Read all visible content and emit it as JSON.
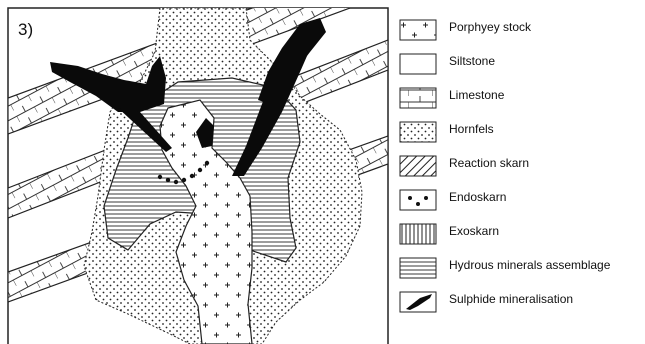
{
  "panel_label": "3)",
  "legend": [
    {
      "key": "porphyry",
      "label": "Porphyey stock"
    },
    {
      "key": "siltstone",
      "label": "Siltstone"
    },
    {
      "key": "limestone",
      "label": "Limestone"
    },
    {
      "key": "hornfels",
      "label": "Hornfels"
    },
    {
      "key": "reaction",
      "label": "Reaction skarn"
    },
    {
      "key": "endoskarn",
      "label": "Endoskarn"
    },
    {
      "key": "exoskarn",
      "label": "Exoskarn"
    },
    {
      "key": "hydrous",
      "label": "Hydrous minerals assemblage"
    },
    {
      "key": "sulphide",
      "label": "Sulphide mineralisation"
    }
  ]
}
